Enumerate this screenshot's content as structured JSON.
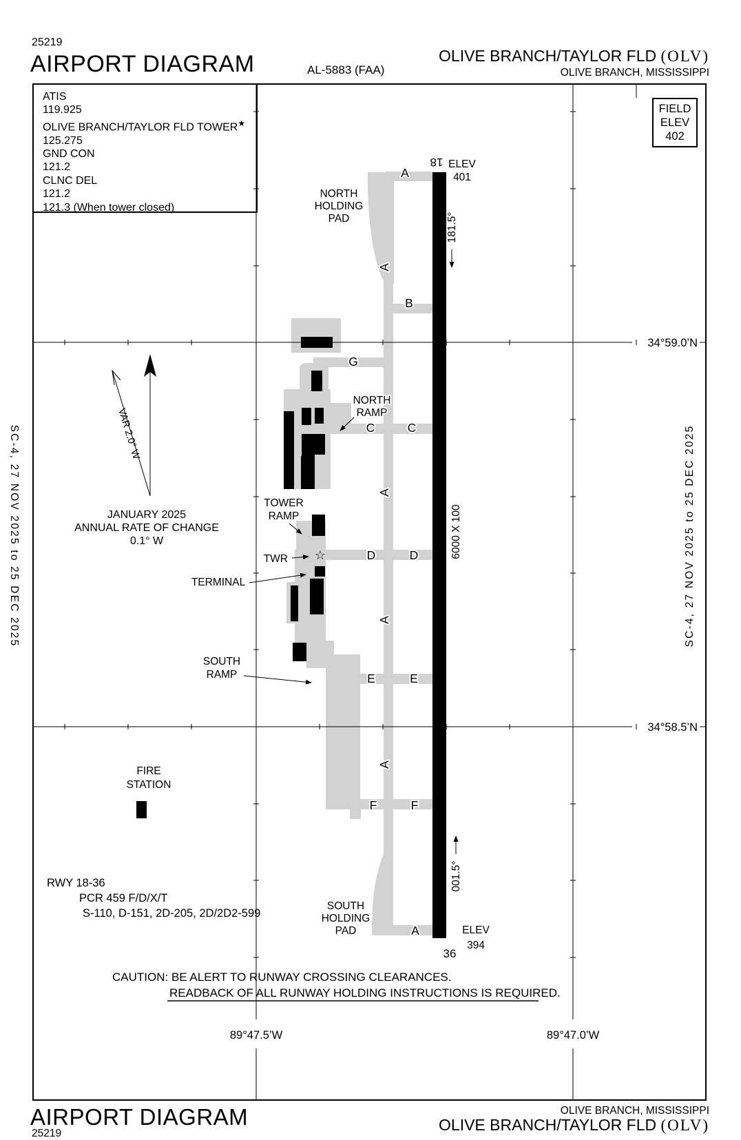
{
  "doc": {
    "plate_number": "25219",
    "title": "AIRPORT DIAGRAM",
    "chart_ref": "AL-5883 (FAA)",
    "airport_name": "OLIVE BRANCH/TAYLOR FLD",
    "airport_ident": "(OLV)",
    "city": "OLIVE BRANCH, MISSISSIPPI",
    "side_text": "SC-4,  27 NOV 2025  to  25 DEC 2025"
  },
  "comm": {
    "lines": [
      "ATIS",
      "119.925",
      "OLIVE BRANCH/TAYLOR FLD TOWER",
      "125.275",
      "GND CON",
      "121.2",
      "CLNC DEL",
      "121.2",
      "121.3 (When tower closed)"
    ]
  },
  "symbols": {
    "tower_star": "★",
    "twr_star": "☆"
  },
  "field_elev": {
    "line1": "FIELD",
    "line2": "ELEV",
    "value": "402"
  },
  "graticule": {
    "lat_north": "34°59.0’N",
    "lat_south": "34°58.5’N",
    "lon_west": "89°47.5’W",
    "lon_east": "89°47.0’W"
  },
  "compass": {
    "variation": "VAR 2.0° W",
    "date": "JANUARY 2025",
    "rate_line1": "ANNUAL RATE OF CHANGE",
    "rate_line2": "0.1° W"
  },
  "runway": {
    "id_north": "18",
    "id_south": "36",
    "elev_label": "ELEV",
    "elev_north": "401",
    "elev_south": "394",
    "heading_south": "181.5°",
    "heading_north": "001.5°",
    "dimensions": "6000 X 100",
    "info_line1": "RWY 18-36",
    "info_line2": "PCR 459 F/D/X/T",
    "info_line3": "S-110, D-151, 2D-205, 2D/2D2-599"
  },
  "taxiways": {
    "a": "A",
    "b": "B",
    "c": "C",
    "d": "D",
    "e": "E",
    "f": "F",
    "g": "G"
  },
  "labels": {
    "north_holding_pad": [
      "NORTH",
      "HOLDING",
      "PAD"
    ],
    "south_holding_pad": [
      "SOUTH",
      "HOLDING",
      "PAD"
    ],
    "north_ramp": [
      "NORTH",
      "RAMP"
    ],
    "tower_ramp": [
      "TOWER",
      "RAMP"
    ],
    "south_ramp": [
      "SOUTH",
      "RAMP"
    ],
    "fire_station": [
      "FIRE",
      "STATION"
    ],
    "twr": "TWR",
    "terminal": "TERMINAL"
  },
  "caution": {
    "line1": "CAUTION: BE ALERT TO RUNWAY CROSSING CLEARANCES.",
    "line2": "READBACK OF ALL RUNWAY HOLDING INSTRUCTIONS IS REQUIRED."
  },
  "colors": {
    "pavement": "#d2d2d2",
    "runway": "#000000",
    "ink": "#000000"
  }
}
